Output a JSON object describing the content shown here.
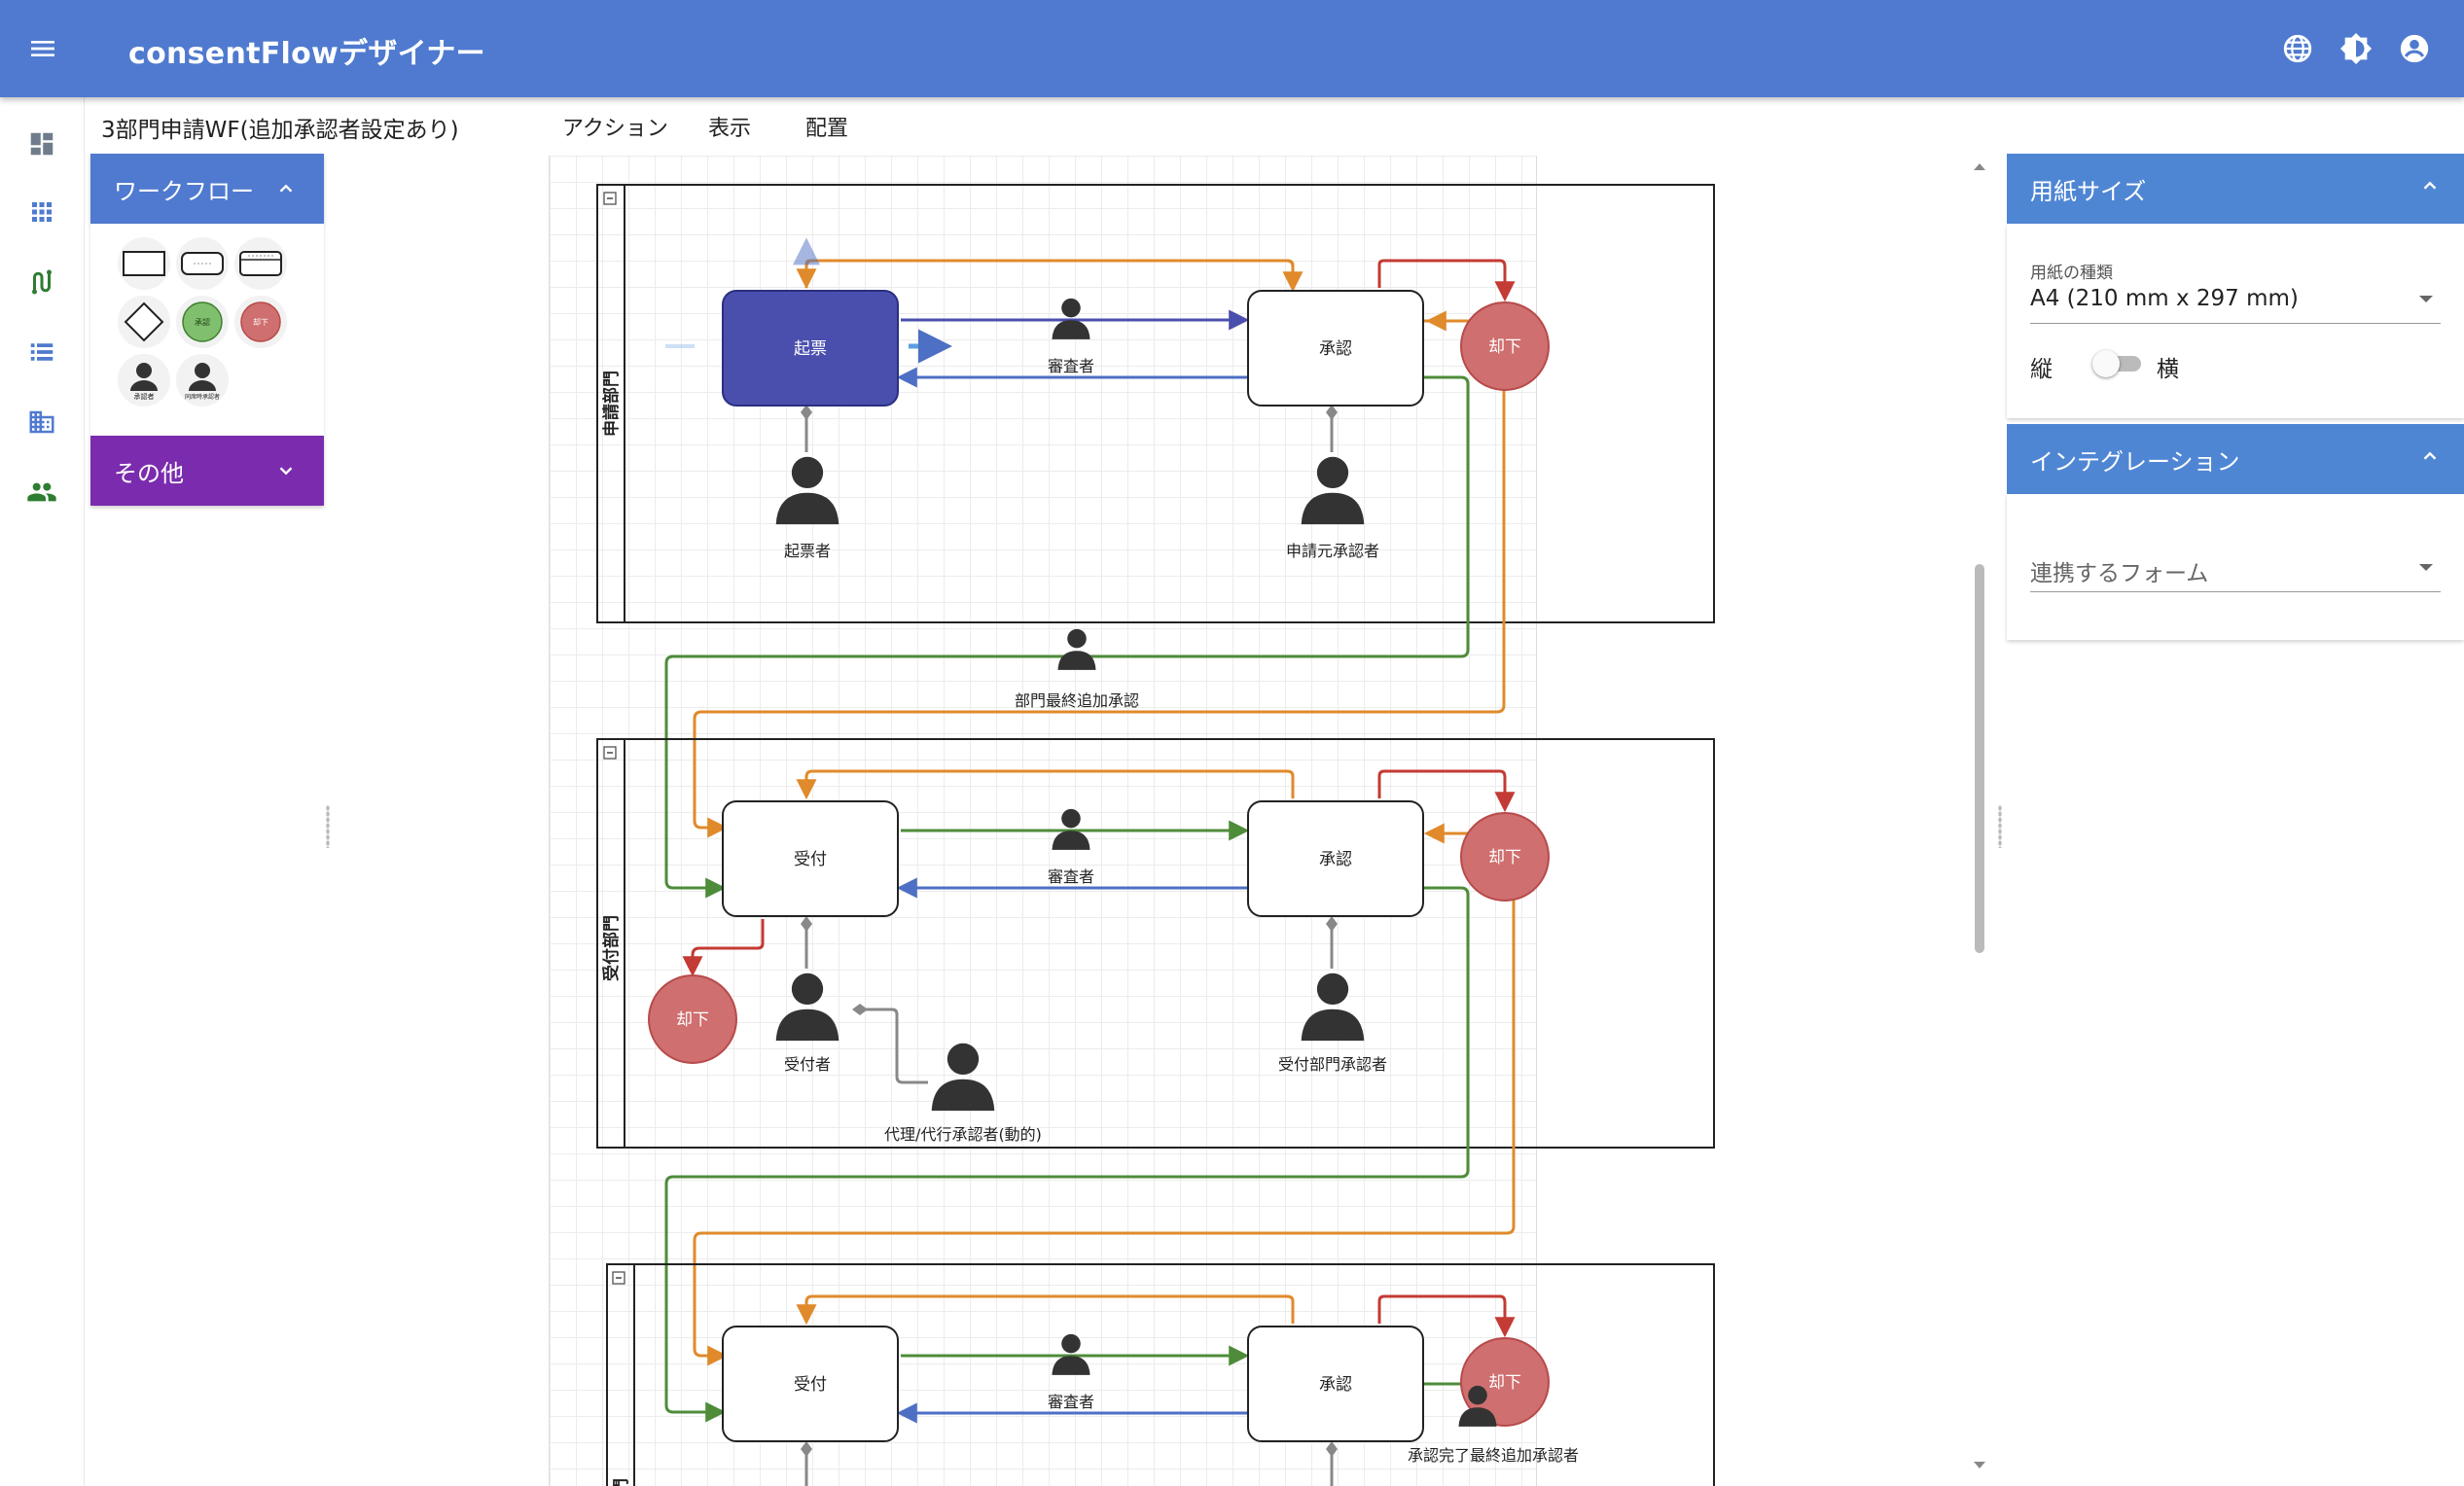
{
  "app": {
    "title": "consentFlowデザイナー"
  },
  "document": {
    "title": "3部門申請WF(追加承認者設定あり)",
    "menus": [
      "アクション",
      "表示",
      "配置"
    ]
  },
  "left_panel": {
    "sections": [
      {
        "label": "ワークフロー",
        "color": "#4f7acf",
        "expanded": true
      },
      {
        "label": "その他",
        "color": "#7b2cae",
        "expanded": false
      }
    ],
    "palette_labels": {
      "approve": "承認",
      "reject": "却下",
      "approver": "承認者",
      "extra_approver": "同席時承認者"
    }
  },
  "right_panel": {
    "paper": {
      "header": "用紙サイズ",
      "type_label": "用紙の種類",
      "type_value": "A4 (210 mm x 297 mm)",
      "portrait_label": "縦",
      "landscape_label": "横"
    },
    "integration": {
      "header": "インテグレーション",
      "form_placeholder": "連携するフォーム"
    }
  },
  "diagram": {
    "lanes": [
      {
        "name": "申請部門",
        "nodes": {
          "left": "起票",
          "right": "承認",
          "reject": "却下"
        },
        "labels": {
          "reviewer": "審査者",
          "left_actor": "起票者",
          "right_actor": "申請元承認者"
        }
      },
      {
        "name": "受付部門",
        "nodes": {
          "left": "受付",
          "right": "承認",
          "reject": "却下",
          "reject_left": "却下"
        },
        "labels": {
          "reviewer": "審査者",
          "left_actor": "受付者",
          "right_actor": "受付部門承認者",
          "proxy_actor": "代理/代行承認者(動的)"
        }
      },
      {
        "name": "○○部門",
        "name_visible": "部門",
        "nodes": {
          "left": "受付",
          "right": "承認",
          "reject": "却下"
        },
        "labels": {
          "reviewer": "審査者",
          "final_actor": "承認完了最終追加承認者"
        }
      }
    ],
    "between": {
      "extra_approval": "部門最終追加承認"
    }
  },
  "colors": {
    "appbar": "#4f7acf",
    "accent_blue": "#4f86d4",
    "purple": "#7b2cae",
    "selected_node": "#4a4fae",
    "reject_fill": "#cf6f6f",
    "reject_stroke": "#b84a4a",
    "arrow_orange": "#e08a2b",
    "arrow_red": "#c43a34",
    "arrow_green": "#4e8c3a",
    "arrow_blue": "#4d6fc4",
    "rail_icon_green": "#2e7d32"
  }
}
